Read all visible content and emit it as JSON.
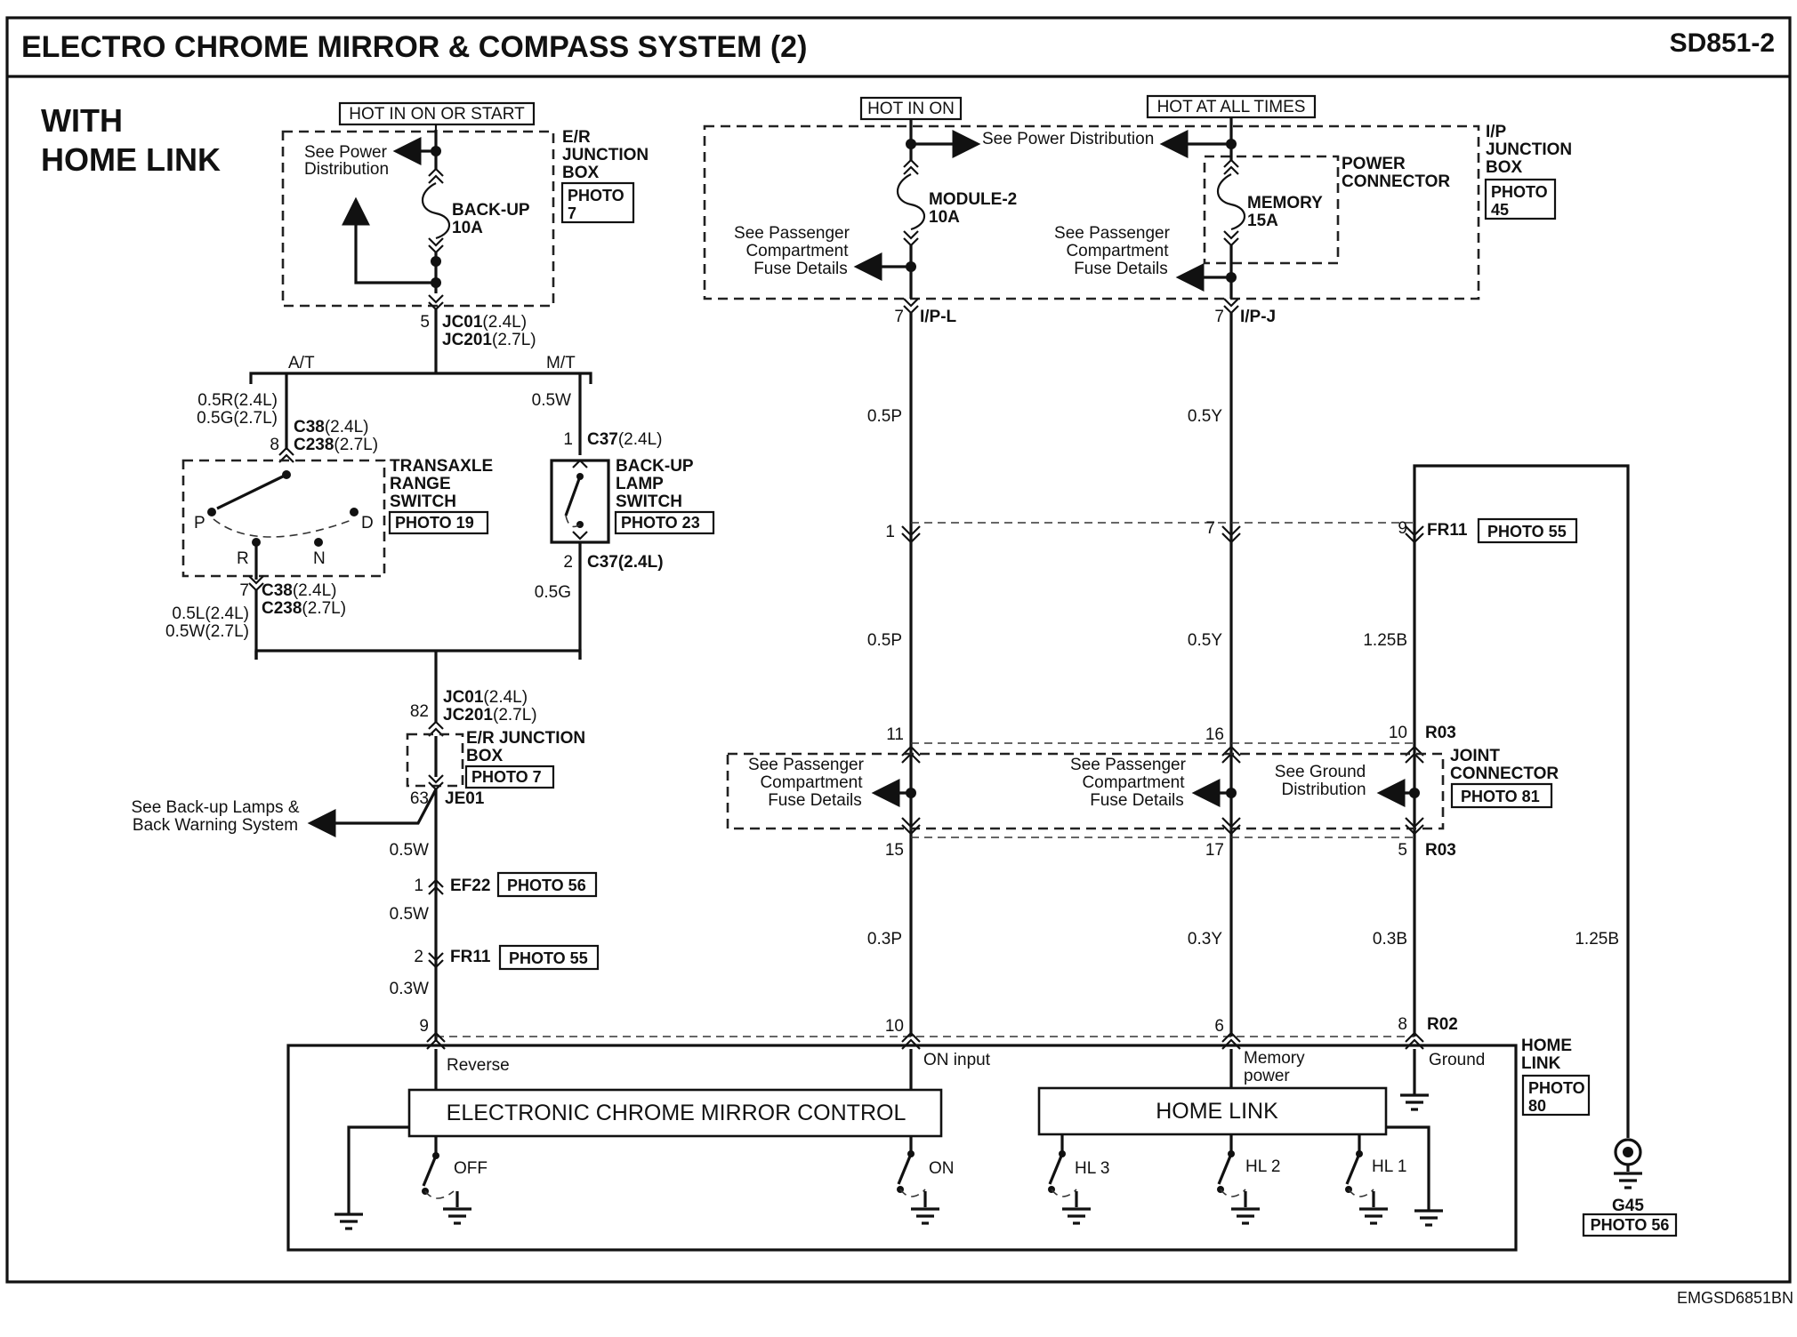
{
  "header": {
    "title": "ELECTRO CHROME MIRROR & COMPASS SYSTEM (2)",
    "code": "SD851-2"
  },
  "variant": {
    "line1": "WITH",
    "line2": "HOME LINK"
  },
  "footer_code": "EMGSD6851BN",
  "power": {
    "hot_start": "HOT IN ON OR START",
    "hot_on": "HOT IN ON",
    "hot_all": "HOT AT ALL TIMES"
  },
  "er_box": {
    "label": [
      "E/R",
      "JUNCTION",
      "BOX"
    ],
    "photo": [
      "PHOTO",
      "7"
    ],
    "see_power": [
      "See Power",
      "Distribution"
    ],
    "fuse": [
      "BACK-UP",
      "10A"
    ],
    "pin": "5",
    "conn": "JC01",
    "conn_v": "(2.4L)",
    "conn2": "JC201",
    "conn2_v": "(2.7L)"
  },
  "ip_box": {
    "label": [
      "I/P",
      "JUNCTION",
      "BOX"
    ],
    "photo": [
      "PHOTO",
      "45"
    ],
    "see_power": "See Power Distribution",
    "power_conn": [
      "POWER",
      "CONNECTOR"
    ],
    "fuse1": [
      "MODULE-2",
      "10A"
    ],
    "fuse2": [
      "MEMORY",
      "15A"
    ],
    "see_pass": [
      "See Passenger",
      "Compartment",
      "Fuse Details"
    ],
    "pin_l": "7",
    "conn_l": "I/P-L",
    "pin_j": "7",
    "conn_j": "I/P-J"
  },
  "left": {
    "at": "A/T",
    "mt": "M/T",
    "w1a": "0.5R(2.4L)",
    "w1b": "0.5G(2.7L)",
    "c38_pin": "8",
    "c38": "C38",
    "c38_v": "(2.4L)",
    "c238": "C238",
    "c238_v": "(2.7L)",
    "trs": [
      "TRANSAXLE",
      "RANGE",
      "SWITCH"
    ],
    "trs_photo": "PHOTO 19",
    "gear_p": "P",
    "gear_r": "R",
    "gear_n": "N",
    "gear_d": "D",
    "w_mt": "0.5W",
    "c37_pin1": "1",
    "c37": "C37",
    "c37_v": "(2.4L)",
    "bls": [
      "BACK-UP",
      "LAMP",
      "SWITCH"
    ],
    "bls_photo": "PHOTO 23",
    "c37_pin2": "2",
    "c37b": "C37(2.4L)",
    "w_mt2": "0.5G",
    "c38_pin2": "7",
    "c38b": "C38",
    "c38b_v": "(2.4L)",
    "c238b": "C238",
    "c238b_v": "(2.7L)",
    "w2a": "0.5L(2.4L)",
    "w2b": "0.5W(2.7L)",
    "jc_pin": "82",
    "jc01": "JC01",
    "jc01_v": "(2.4L)",
    "jc201": "JC201",
    "jc201_v": "(2.7L)",
    "er2": [
      "E/R JUNCTION",
      "BOX"
    ],
    "er2_photo": "PHOTO 7",
    "je_pin": "63",
    "je01": "JE01",
    "backup_ref": [
      "See Back-up Lamps &",
      "Back Warning System"
    ],
    "w3": "0.5W",
    "ef_pin": "1",
    "ef22": "EF22",
    "ef22_photo": "PHOTO 56",
    "w4": "0.5W",
    "fr_pin": "2",
    "fr11": "FR11",
    "fr11_photo": "PHOTO 55",
    "w5": "0.3W",
    "hl_pin": "9"
  },
  "center": {
    "w1": "0.5P",
    "w2": "0.5P",
    "w3": "0.3P",
    "fr_pin": "1",
    "r03_pin1": "11",
    "r03_pin2": "15",
    "hl_pin": "10"
  },
  "mem": {
    "w1": "0.5Y",
    "w2": "0.5Y",
    "w3": "0.3Y",
    "fr_pin": "7",
    "r03_pin1": "16",
    "r03_pin2": "17",
    "hl_pin": "6"
  },
  "ground": {
    "w_fr": "1.25B",
    "w_r": "0.3B",
    "w_g45": "1.25B",
    "fr_pin": "9",
    "fr11": "FR11",
    "fr11_photo": "PHOTO 55",
    "r03_pin1": "10",
    "r03a": "R03",
    "r03_pin2": "5",
    "r03b": "R03",
    "hl_pin": "8",
    "r02": "R02",
    "g45": "G45",
    "g45_photo": "PHOTO 56",
    "see_ground": [
      "See Ground",
      "Distribution"
    ]
  },
  "joint": {
    "label": [
      "JOINT",
      "CONNECTOR"
    ],
    "photo": "PHOTO 81"
  },
  "home_link": {
    "label": [
      "HOME",
      "LINK"
    ],
    "photo": [
      "PHOTO",
      "80"
    ],
    "reverse": "Reverse",
    "on_input": "ON input",
    "memory_power": [
      "Memory",
      "power"
    ],
    "ground": "Ground",
    "ecm": "ELECTRONIC CHROME  MIRROR CONTROL",
    "hl": "HOME  LINK",
    "off": "OFF",
    "on": "ON",
    "hl3": "HL 3",
    "hl2": "HL 2",
    "hl1": "HL 1"
  }
}
